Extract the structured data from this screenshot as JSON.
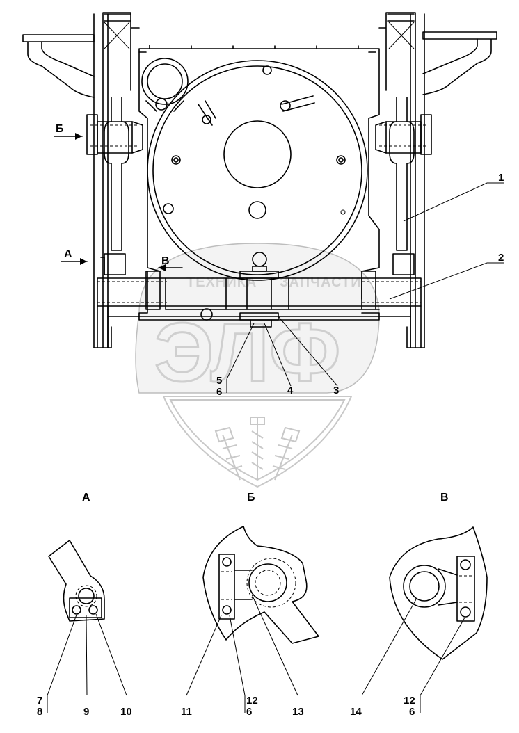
{
  "watermark": {
    "logo_text": "ЭЛФ",
    "word_left": "ТЕХНИКА",
    "word_right": "ЗАПЧАСТИ"
  },
  "view_arrows": {
    "b": "Б",
    "a": "А",
    "v": "В"
  },
  "view_titles": {
    "a": "А",
    "b": "Б",
    "v": "В"
  },
  "callouts": {
    "c1": "1",
    "c2": "2",
    "c3": "3",
    "c4": "4",
    "c5": "5",
    "c6a": "6",
    "c7": "7",
    "c8": "8",
    "c9": "9",
    "c10": "10",
    "c11": "11",
    "c12a": "12",
    "c6b": "6",
    "c13": "13",
    "c14": "14",
    "c12b": "12",
    "c6c": "6"
  }
}
